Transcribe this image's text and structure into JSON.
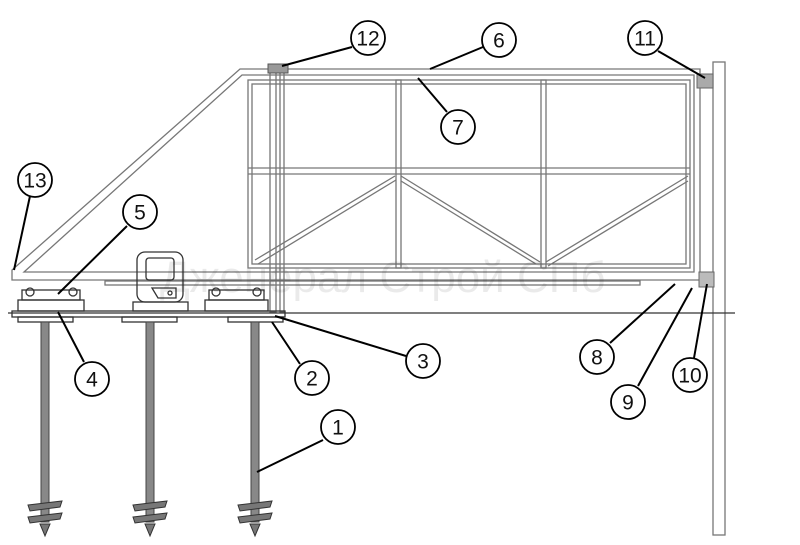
{
  "diagram": {
    "title": "Sliding gate on screw piles – component callouts",
    "watermark": "Дженерал Строй СПб",
    "callouts": [
      "1",
      "2",
      "3",
      "4",
      "5",
      "6",
      "7",
      "8",
      "9",
      "10",
      "11",
      "12",
      "13"
    ]
  }
}
